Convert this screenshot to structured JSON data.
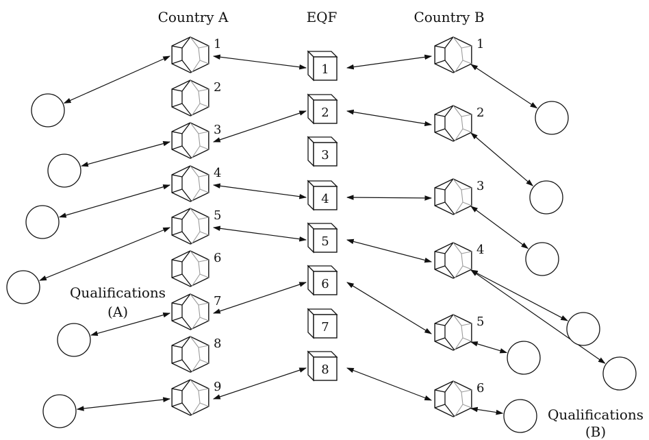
{
  "headings": {
    "country_a": "Country A",
    "eqf": "EQF",
    "country_b": "Country B"
  },
  "qualifications_a": {
    "line1": "Qualifications",
    "line2": "(A)"
  },
  "qualifications_b": {
    "line1": "Qualifications",
    "line2": "(B)"
  },
  "eqf_levels": [
    "1",
    "2",
    "3",
    "4",
    "5",
    "6",
    "7",
    "8"
  ],
  "country_a_levels": [
    "1",
    "2",
    "3",
    "4",
    "5",
    "6",
    "7",
    "8",
    "9"
  ],
  "country_b_levels": [
    "1",
    "2",
    "3",
    "4",
    "5",
    "6"
  ],
  "mappings": {
    "a_to_eqf": [
      [
        "1",
        "1"
      ],
      [
        "3",
        "2"
      ],
      [
        "4",
        "4"
      ],
      [
        "5",
        "5"
      ],
      [
        "7",
        "6"
      ],
      [
        "9",
        "8"
      ]
    ],
    "b_to_eqf": [
      [
        "1",
        "1"
      ],
      [
        "2",
        "2"
      ],
      [
        "3",
        "4"
      ],
      [
        "4",
        "5"
      ],
      [
        "5",
        "6"
      ],
      [
        "6",
        "8"
      ]
    ]
  }
}
